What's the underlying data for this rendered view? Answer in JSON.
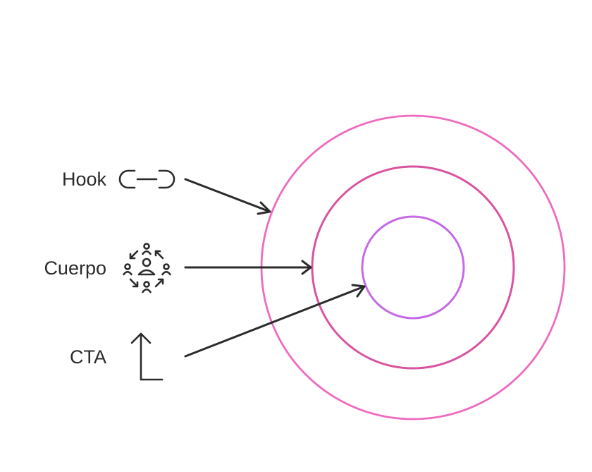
{
  "labels": {
    "hook": "Hook",
    "cuerpo": "Cuerpo",
    "cta": "CTA"
  },
  "icons": {
    "hook": "link-icon",
    "cuerpo": "community-cycle-icon",
    "cta": "arrow-up-corner-icon"
  },
  "colors": {
    "outer_ring": "#ee6bbf",
    "middle_ring": "#d9549f",
    "inner_ring": "#c56ae6",
    "text": "#2b2b2b",
    "arrows": "#2b2b2b"
  }
}
